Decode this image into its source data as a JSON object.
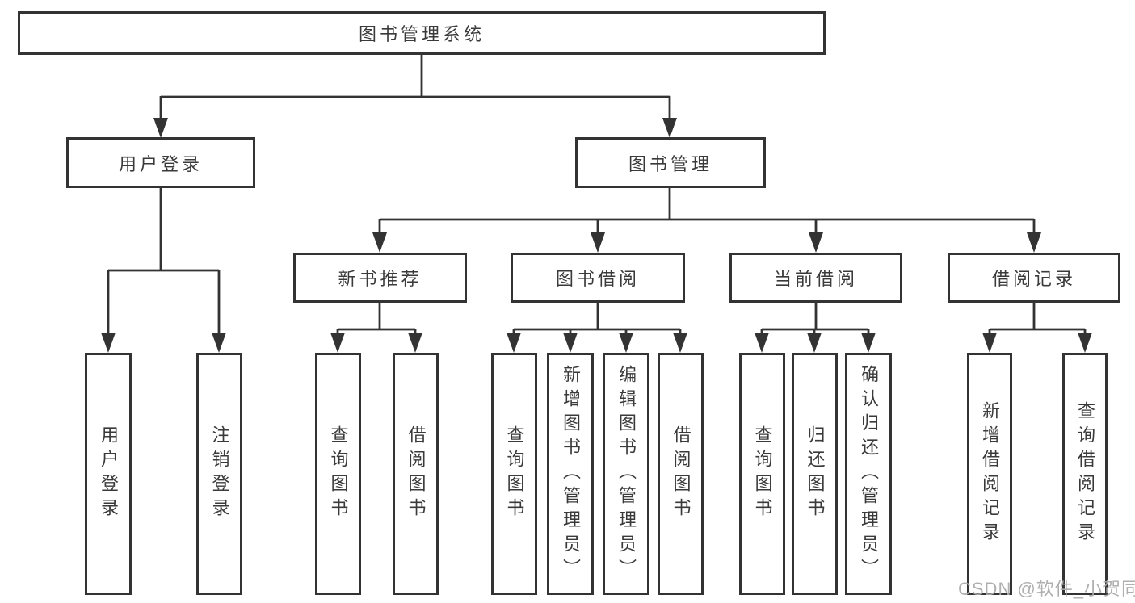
{
  "diagram_title": "图书管理系统",
  "watermark": "CSDN @软件_小贺同学",
  "colors": {
    "line": "#333333",
    "box_border": "#333333",
    "box_fill": "#ffffff",
    "text": "#3a3a3a",
    "watermark": "#ababab",
    "background": "#ffffff"
  },
  "nodes": {
    "root": {
      "label": "图书管理系统"
    },
    "user_login": {
      "label": "用户登录"
    },
    "book_management": {
      "label": "图书管理"
    },
    "new_book_recommend": {
      "label": "新书推荐"
    },
    "book_borrow": {
      "label": "图书借阅"
    },
    "current_borrow": {
      "label": "当前借阅"
    },
    "borrow_records": {
      "label": "借阅记录"
    },
    "ul_user_login": {
      "label": "用户登录"
    },
    "ul_logout": {
      "label": "注销登录"
    },
    "nbr_query_book": {
      "label": "查询图书"
    },
    "nbr_borrow_book": {
      "label": "借阅图书"
    },
    "bb_query_book": {
      "label": "查询图书"
    },
    "bb_add_book": {
      "label": "新增图书（管理员）"
    },
    "bb_edit_book": {
      "label": "编辑图书（管理员）"
    },
    "bb_borrow_book": {
      "label": "借阅图书"
    },
    "cb_query_book": {
      "label": "查询图书"
    },
    "cb_return_book": {
      "label": "归还图书"
    },
    "cb_confirm_return": {
      "label": "确认归还（管理员）"
    },
    "br_add_record": {
      "label": "新增借阅记录"
    },
    "br_query_record": {
      "label": "查询借阅记录"
    }
  },
  "hierarchy": {
    "图书管理系统": [
      "用户登录",
      "图书管理"
    ],
    "用户登录": [
      "用户登录",
      "注销登录"
    ],
    "图书管理": [
      "新书推荐",
      "图书借阅",
      "当前借阅",
      "借阅记录"
    ],
    "新书推荐": [
      "查询图书",
      "借阅图书"
    ],
    "图书借阅": [
      "查询图书",
      "新增图书（管理员）",
      "编辑图书（管理员）",
      "借阅图书"
    ],
    "当前借阅": [
      "查询图书",
      "归还图书",
      "确认归还（管理员）"
    ],
    "借阅记录": [
      "新增借阅记录",
      "查询借阅记录"
    ]
  }
}
